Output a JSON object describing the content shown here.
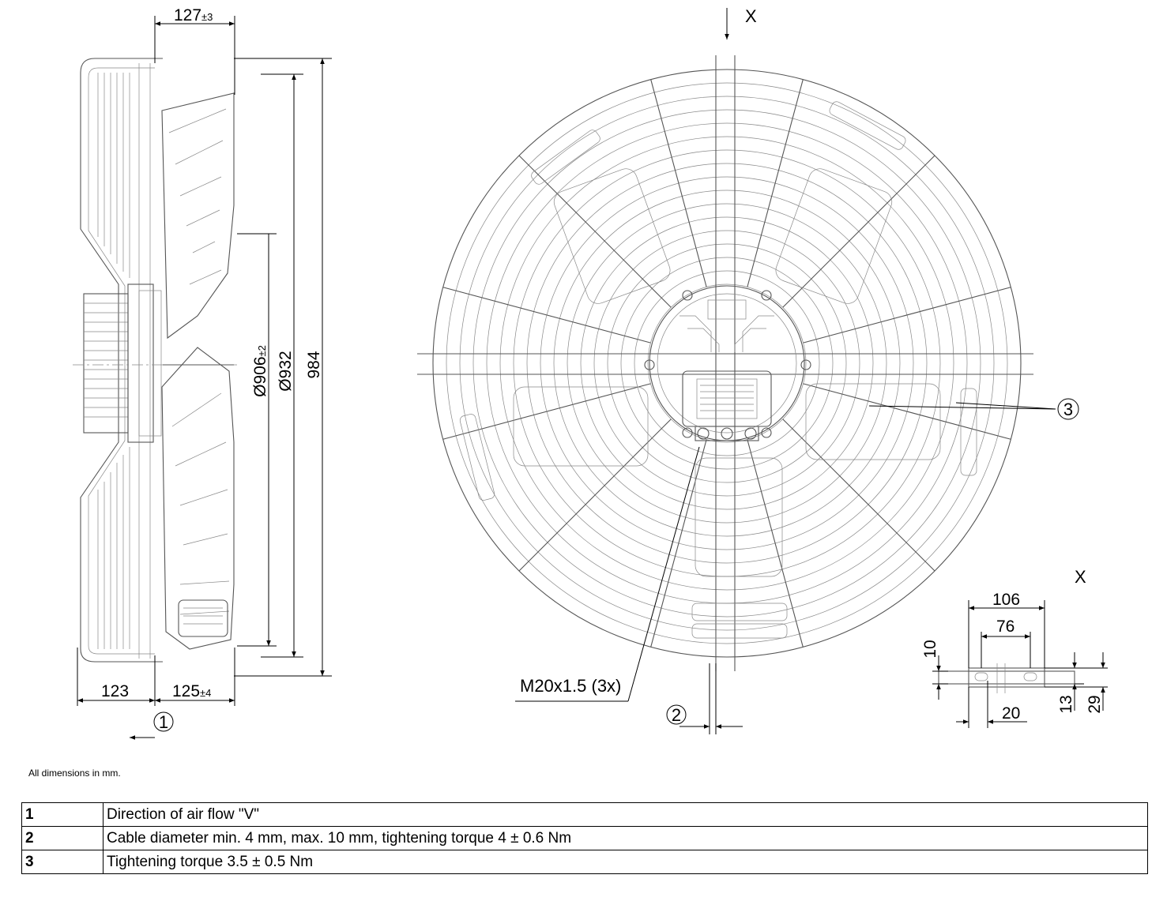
{
  "dimensions": {
    "d127": "127",
    "d127_tol": "±3",
    "d906": "Ø906",
    "d906_tol": "±2",
    "d932": "Ø932",
    "d984": "984",
    "d123": "123",
    "d125": "125",
    "d125_tol": "±4",
    "d106": "106",
    "d76": "76",
    "d10": "10",
    "d20": "20",
    "d13": "13",
    "d29": "29",
    "thread": "M20x1.5 (3x)"
  },
  "markers": {
    "m1": "1",
    "m2": "2",
    "m3": "3"
  },
  "view_labels": {
    "x_top": "X",
    "x_detail": "X"
  },
  "note": "All dimensions in mm.",
  "legend": [
    {
      "num": "1",
      "text": "Direction of air flow \"V\""
    },
    {
      "num": "2",
      "text": "Cable diameter min. 4 mm, max. 10 mm, tightening torque 4 ± 0.6 Nm"
    },
    {
      "num": "3",
      "text": "Tightening torque 3.5 ± 0.5 Nm"
    }
  ]
}
